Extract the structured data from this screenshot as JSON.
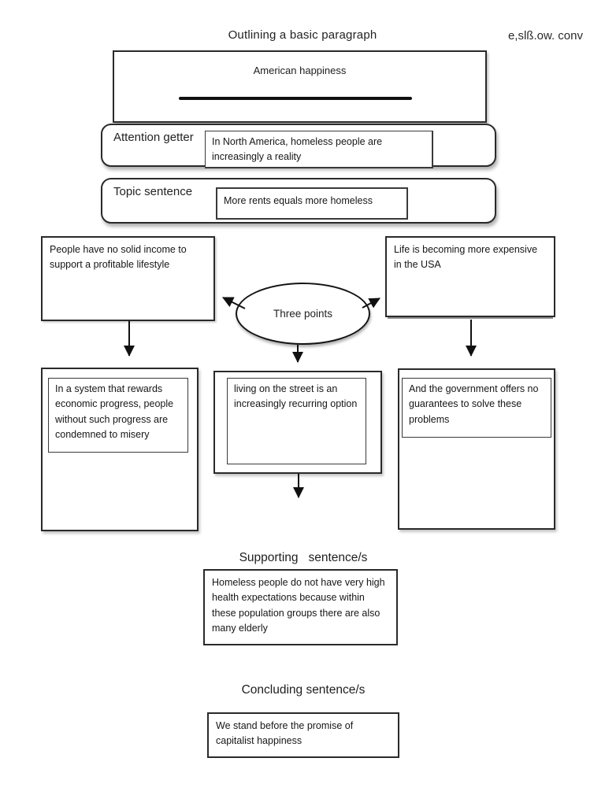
{
  "page": {
    "title": "Outlining a basic paragraph",
    "corner_note": "e,slß.ow. conv"
  },
  "outline": {
    "main_title_box": {
      "text": "American happiness"
    },
    "attention_getter": {
      "label": "Attention getter",
      "content": "In North America, homeless people are increasingly a reality"
    },
    "topic_sentence": {
      "label": "Topic sentence",
      "content": "More rents equals more homeless"
    },
    "three_points": {
      "hub_label": "Three points",
      "point_left": "People have no solid income to support a profitable lifestyle",
      "point_right": "Life is becoming more expensive in the USA",
      "detail_left": "In a system that rewards economic progress, people without such progress are condemned to misery",
      "detail_center": "living on the street is an increasingly recurring option",
      "detail_right": "And the government offers no guarantees to solve these problems"
    },
    "supporting": {
      "heading": "Supporting   sentence/s",
      "content": "Homeless people do not have very high health expectations because within these population groups there are also many elderly"
    },
    "concluding": {
      "heading": "Concluding sentence/s",
      "content": "We stand before the promise of capitalist happiness"
    }
  },
  "colors": {
    "ink": "#1b1b1b",
    "background": "#ffffff"
  }
}
